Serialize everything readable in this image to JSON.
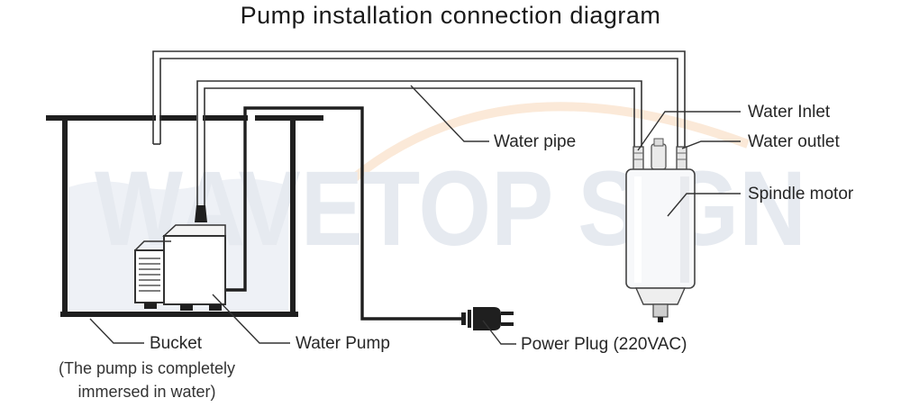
{
  "title": "Pump installation connection diagram",
  "watermark": "WAVETOP SIGN",
  "labels": {
    "water_inlet": "Water Inlet",
    "water_outlet": "Water outlet",
    "water_pipe": "Water pipe",
    "spindle_motor": "Spindle motor",
    "bucket": "Bucket",
    "bucket_note_line1": "(The pump is completely",
    "bucket_note_line2": "immersed in water)",
    "water_pump": "Water Pump",
    "power_plug": "Power Plug (220VAC)"
  },
  "colors": {
    "line": "#1f1f1f",
    "watermark": "#e9edf3",
    "water": "#eef1f6"
  }
}
